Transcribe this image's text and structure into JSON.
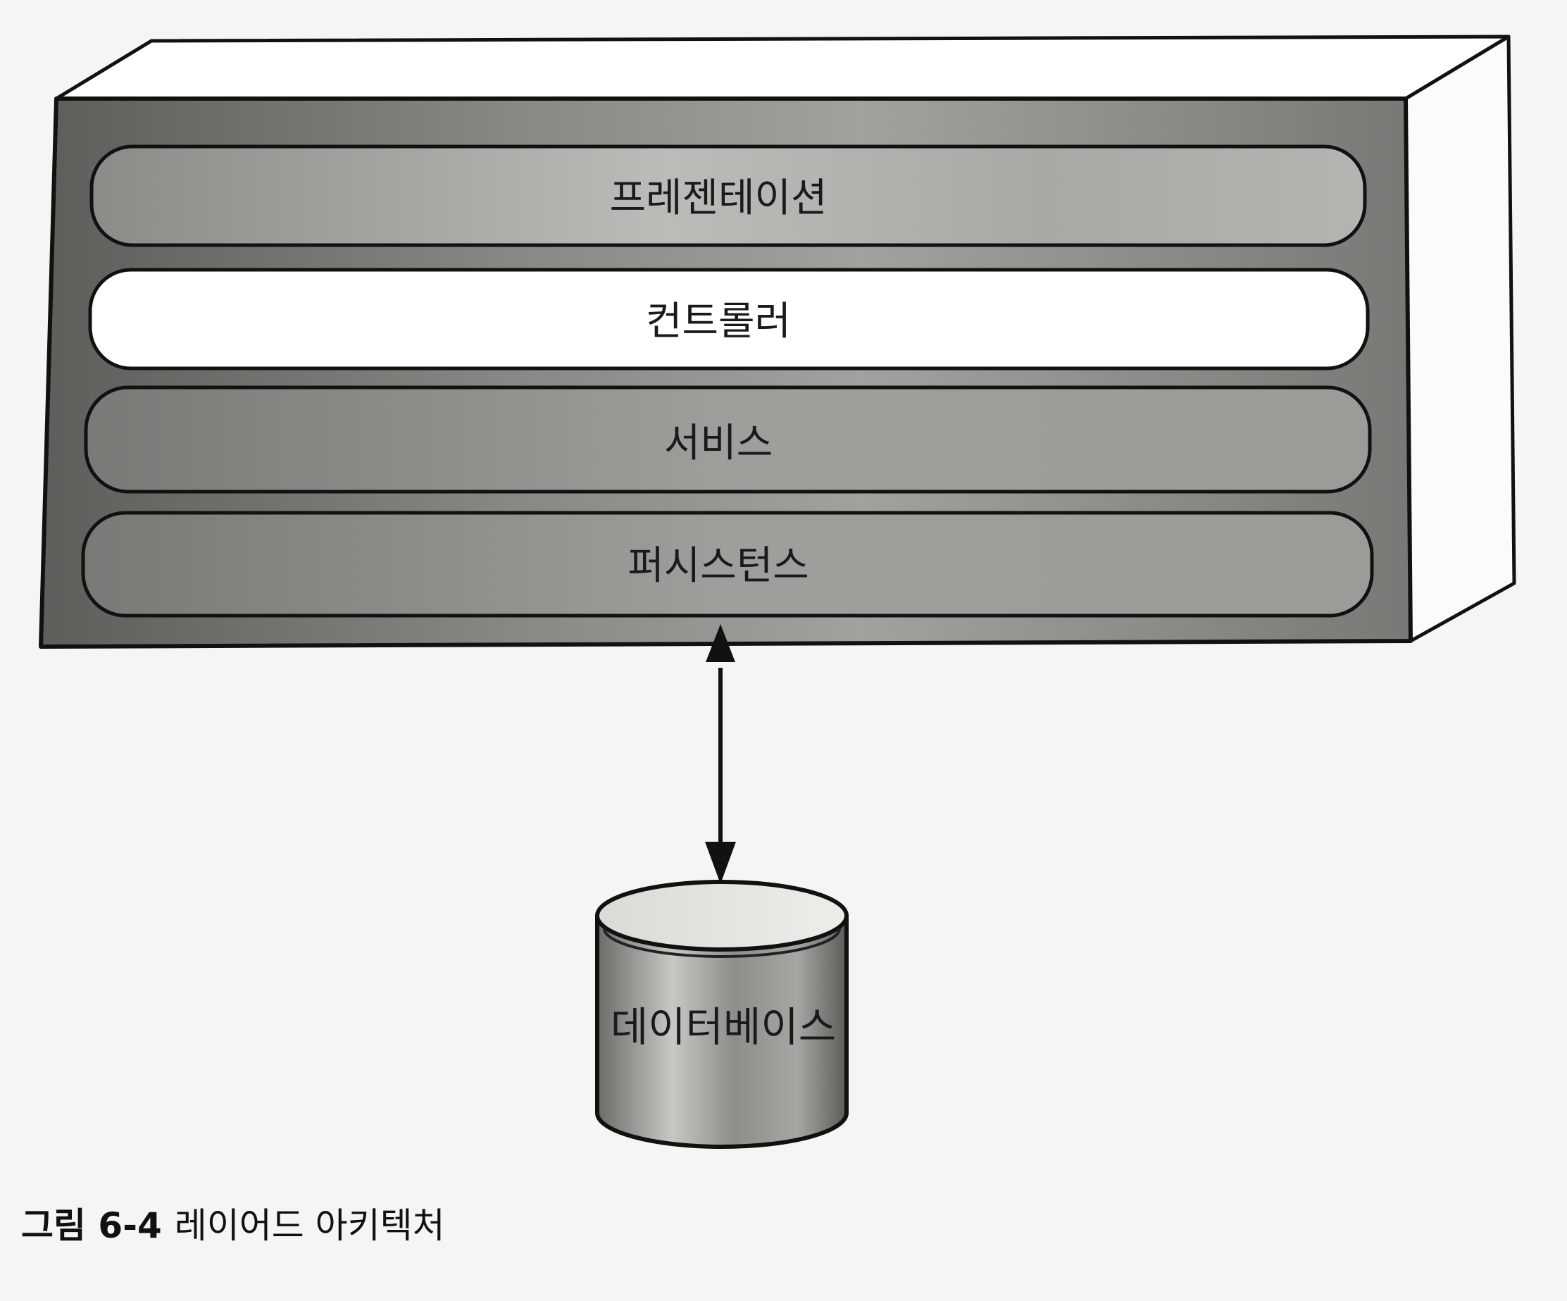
{
  "layers": [
    {
      "label": "프레젠테이션"
    },
    {
      "label": "컨트롤러"
    },
    {
      "label": "서비스"
    },
    {
      "label": "퍼시스턴스"
    }
  ],
  "database": {
    "label": "데이터베이스"
  },
  "caption": {
    "number": "그림 6-4",
    "title": "레이어드 아키텍처"
  }
}
